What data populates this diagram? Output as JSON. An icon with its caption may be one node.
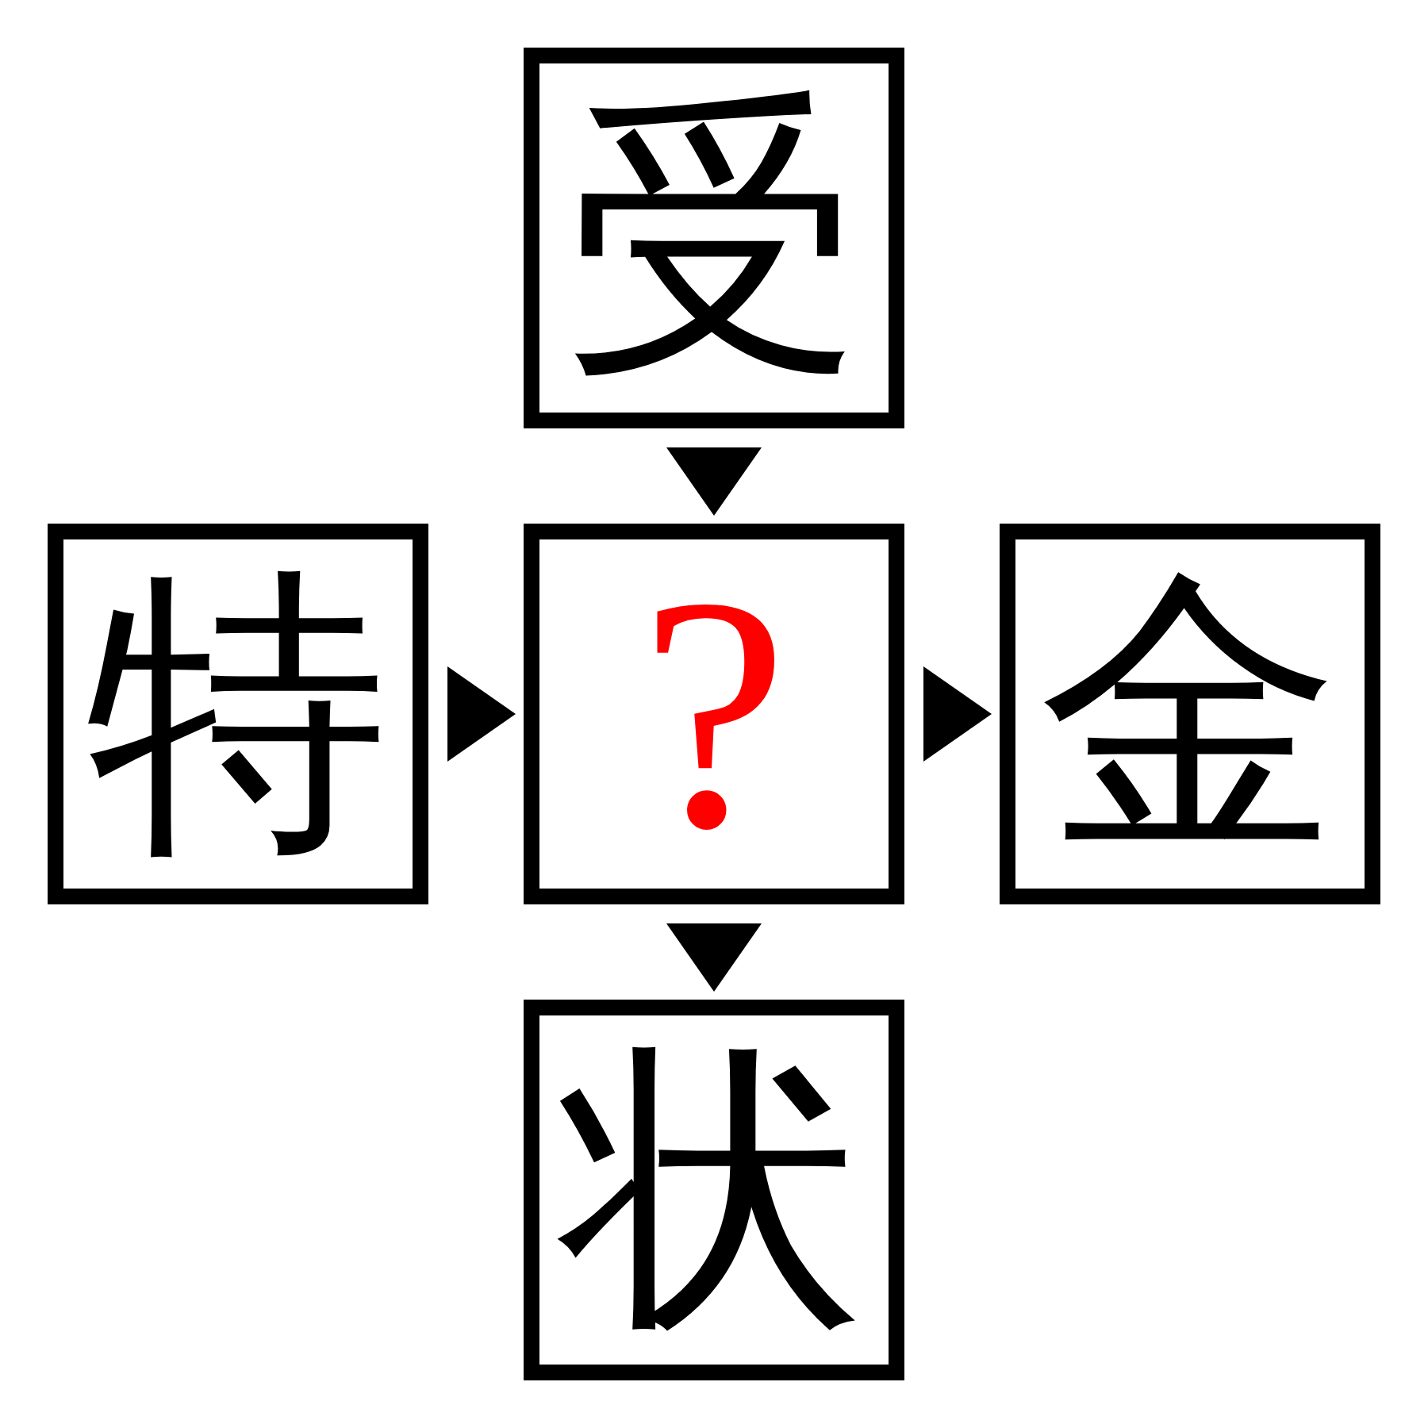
{
  "diagram": {
    "nodes": [
      {
        "text": [
          "受"
        ]
      },
      {
        "text": [
          "特"
        ]
      },
      {
        "text": [
          "?"
        ]
      },
      {
        "text": [
          "金"
        ]
      },
      {
        "text": [
          "状"
        ]
      }
    ],
    "edges": [
      {
        "from": 0,
        "to": 2,
        "arrow": "to"
      },
      {
        "from": 1,
        "to": 2,
        "arrow": "to"
      },
      {
        "from": 2,
        "to": 3,
        "arrow": "to"
      },
      {
        "from": 2,
        "to": 4,
        "arrow": "to"
      }
    ]
  }
}
